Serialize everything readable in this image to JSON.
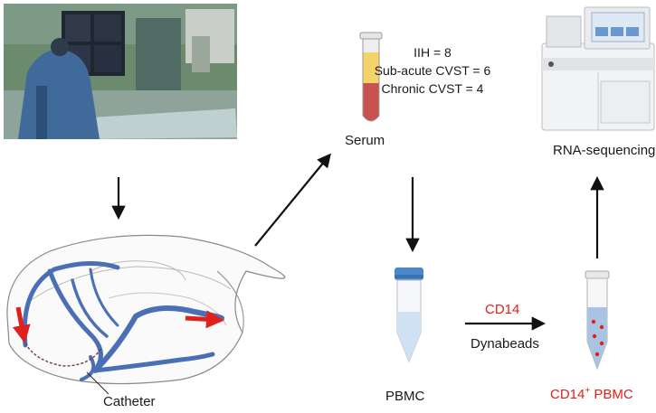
{
  "serum": {
    "label": "Serum",
    "counts": [
      "IIH = 8",
      "Sub-acute CVST = 6",
      "Chronic CVST = 4"
    ]
  },
  "sequencing": {
    "label": "RNA-sequencing"
  },
  "pbmc": {
    "label": "PBMC"
  },
  "isolation": {
    "marker": "CD14",
    "method": "Dynabeads"
  },
  "cd14_pbmc": {
    "prefix": "CD14",
    "superscript": "+",
    "suffix": " PBMC"
  },
  "catheter": {
    "label": "Catheter"
  },
  "colors": {
    "arrow": "#111111",
    "vein": "#4a6fb5",
    "flow_arrow": "#e0201b",
    "serum_yellow": "#f4d36a",
    "serum_red": "#c9514f",
    "tube_cap": "#4a88c8"
  }
}
